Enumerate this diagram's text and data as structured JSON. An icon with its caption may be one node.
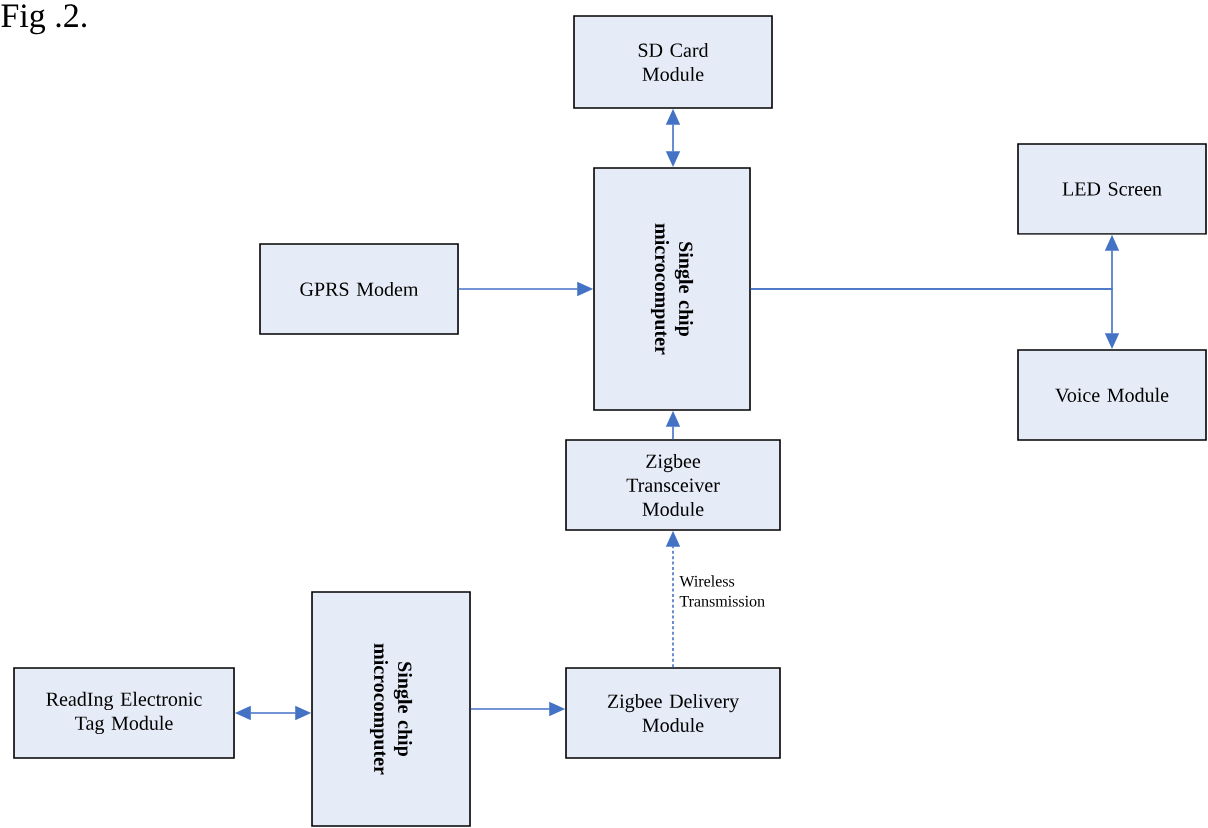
{
  "diagram": {
    "title": "Fig .2.",
    "nodes": [
      {
        "text": [
          "SD Card Module"
        ]
      },
      {
        "text": [
          "Single chip microcomputer"
        ]
      },
      {
        "text": [
          "GPRS Modem"
        ]
      },
      {
        "text": [
          "LED Screen"
        ]
      },
      {
        "text": [
          "Voice Module"
        ]
      },
      {
        "text": [
          "Zigbee Transceiver Module"
        ]
      },
      {
        "text": [
          "ReadIng Electronic Tag Module"
        ]
      },
      {
        "text": [
          "Single chip microcomputer"
        ]
      },
      {
        "text": [
          "Zigbee Delivery Module"
        ]
      }
    ],
    "edges": [
      {
        "from": 0,
        "to": 1,
        "arrow": "both"
      },
      {
        "from": 2,
        "to": 1,
        "arrow": "to"
      },
      {
        "from": 1,
        "to": 3,
        "arrow": "to"
      },
      {
        "from": 1,
        "to": 4,
        "arrow": "to"
      },
      {
        "from": 5,
        "to": 1,
        "arrow": "to"
      },
      {
        "from": 8,
        "to": 5,
        "arrow": "to",
        "style": "dashed",
        "label": "Wireless Transmission"
      },
      {
        "from": 6,
        "to": 7,
        "arrow": "both"
      },
      {
        "from": 7,
        "to": 8,
        "arrow": "to"
      }
    ]
  }
}
